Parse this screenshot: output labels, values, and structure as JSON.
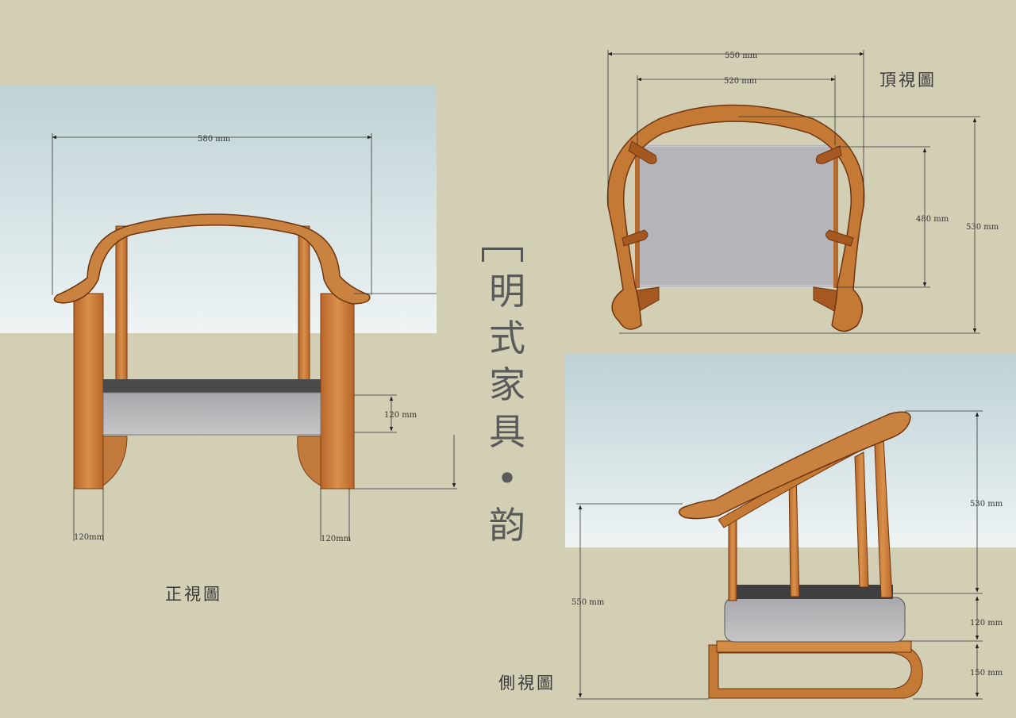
{
  "title_chars": [
    "明",
    "式",
    "家",
    "具",
    "•",
    "韵"
  ],
  "views": {
    "front": {
      "title": "正視圖",
      "width_label": "580  mm",
      "seat_thickness_label": "120 mm",
      "left_leg_label": "120mm",
      "right_leg_label": "120mm"
    },
    "top": {
      "title": "頂視圖",
      "outer_width_label": "550  mm",
      "inner_width_label": "520  mm",
      "seat_depth_label": "480 mm",
      "total_depth_label": "530 mm"
    },
    "side": {
      "title": "側視圖",
      "total_height_label": "550 mm",
      "back_height_label": "530 mm",
      "seat_thickness_label": "120 mm",
      "base_height_label": "150 mm"
    }
  },
  "colors": {
    "background": "#d2cfb4",
    "wood": "#c47a35",
    "wood_dark": "#8a4a1c",
    "cushion": "#b9b9bc",
    "cushion_top": "#4a4a4a"
  }
}
